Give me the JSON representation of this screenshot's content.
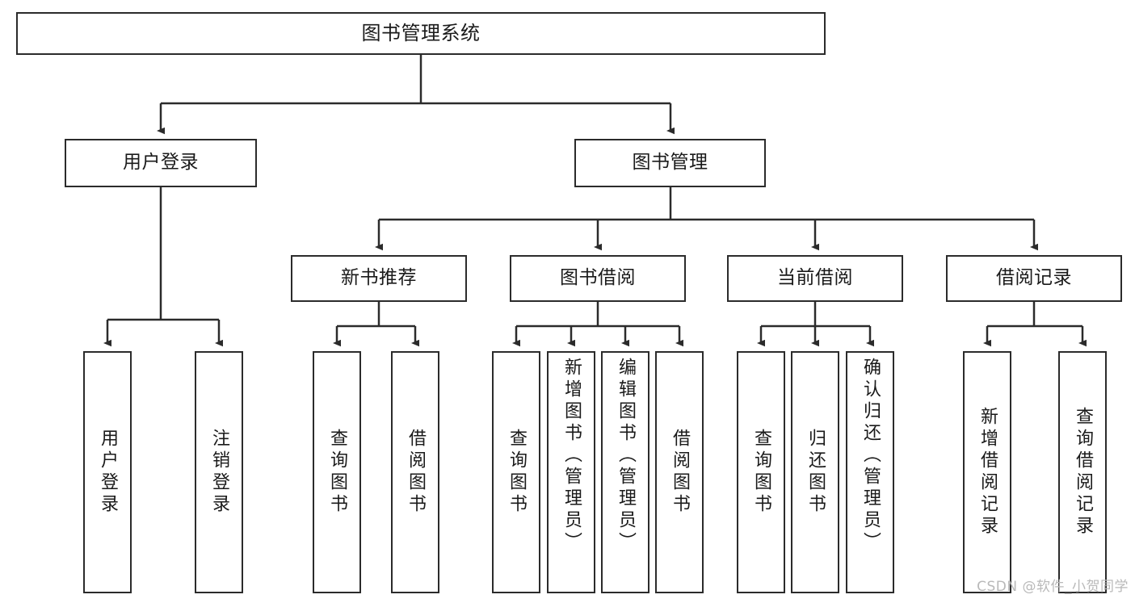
{
  "diagram": {
    "title": "图书管理系统",
    "type": "tree-hierarchy",
    "root": {
      "label": "图书管理系统"
    },
    "level2": [
      {
        "label": "用户登录"
      },
      {
        "label": "图书管理"
      }
    ],
    "level3": [
      {
        "label": "新书推荐"
      },
      {
        "label": "图书借阅"
      },
      {
        "label": "当前借阅"
      },
      {
        "label": "借阅记录"
      }
    ],
    "leaves": {
      "user_login": [
        {
          "label": "用户登录"
        },
        {
          "label": "注销登录"
        }
      ],
      "new_book_recommend": [
        {
          "label": "查询图书"
        },
        {
          "label": "借阅图书"
        }
      ],
      "book_borrow": [
        {
          "label": "查询图书"
        },
        {
          "label": "新增图书（管理员）"
        },
        {
          "label": "编辑图书（管理员）"
        },
        {
          "label": "借阅图书"
        }
      ],
      "current_borrow": [
        {
          "label": "查询图书"
        },
        {
          "label": "归还图书"
        },
        {
          "label": "确认归还（管理员）"
        }
      ],
      "borrow_record": [
        {
          "label": "新增借阅记录"
        },
        {
          "label": "查询借阅记录"
        }
      ]
    }
  },
  "watermark": {
    "text": "CSDN @软件_小贺同学"
  },
  "colors": {
    "stroke": "#2b2b2b",
    "text": "#1a1a1a",
    "background": "#ffffff",
    "watermark": "#b9b9b9"
  }
}
